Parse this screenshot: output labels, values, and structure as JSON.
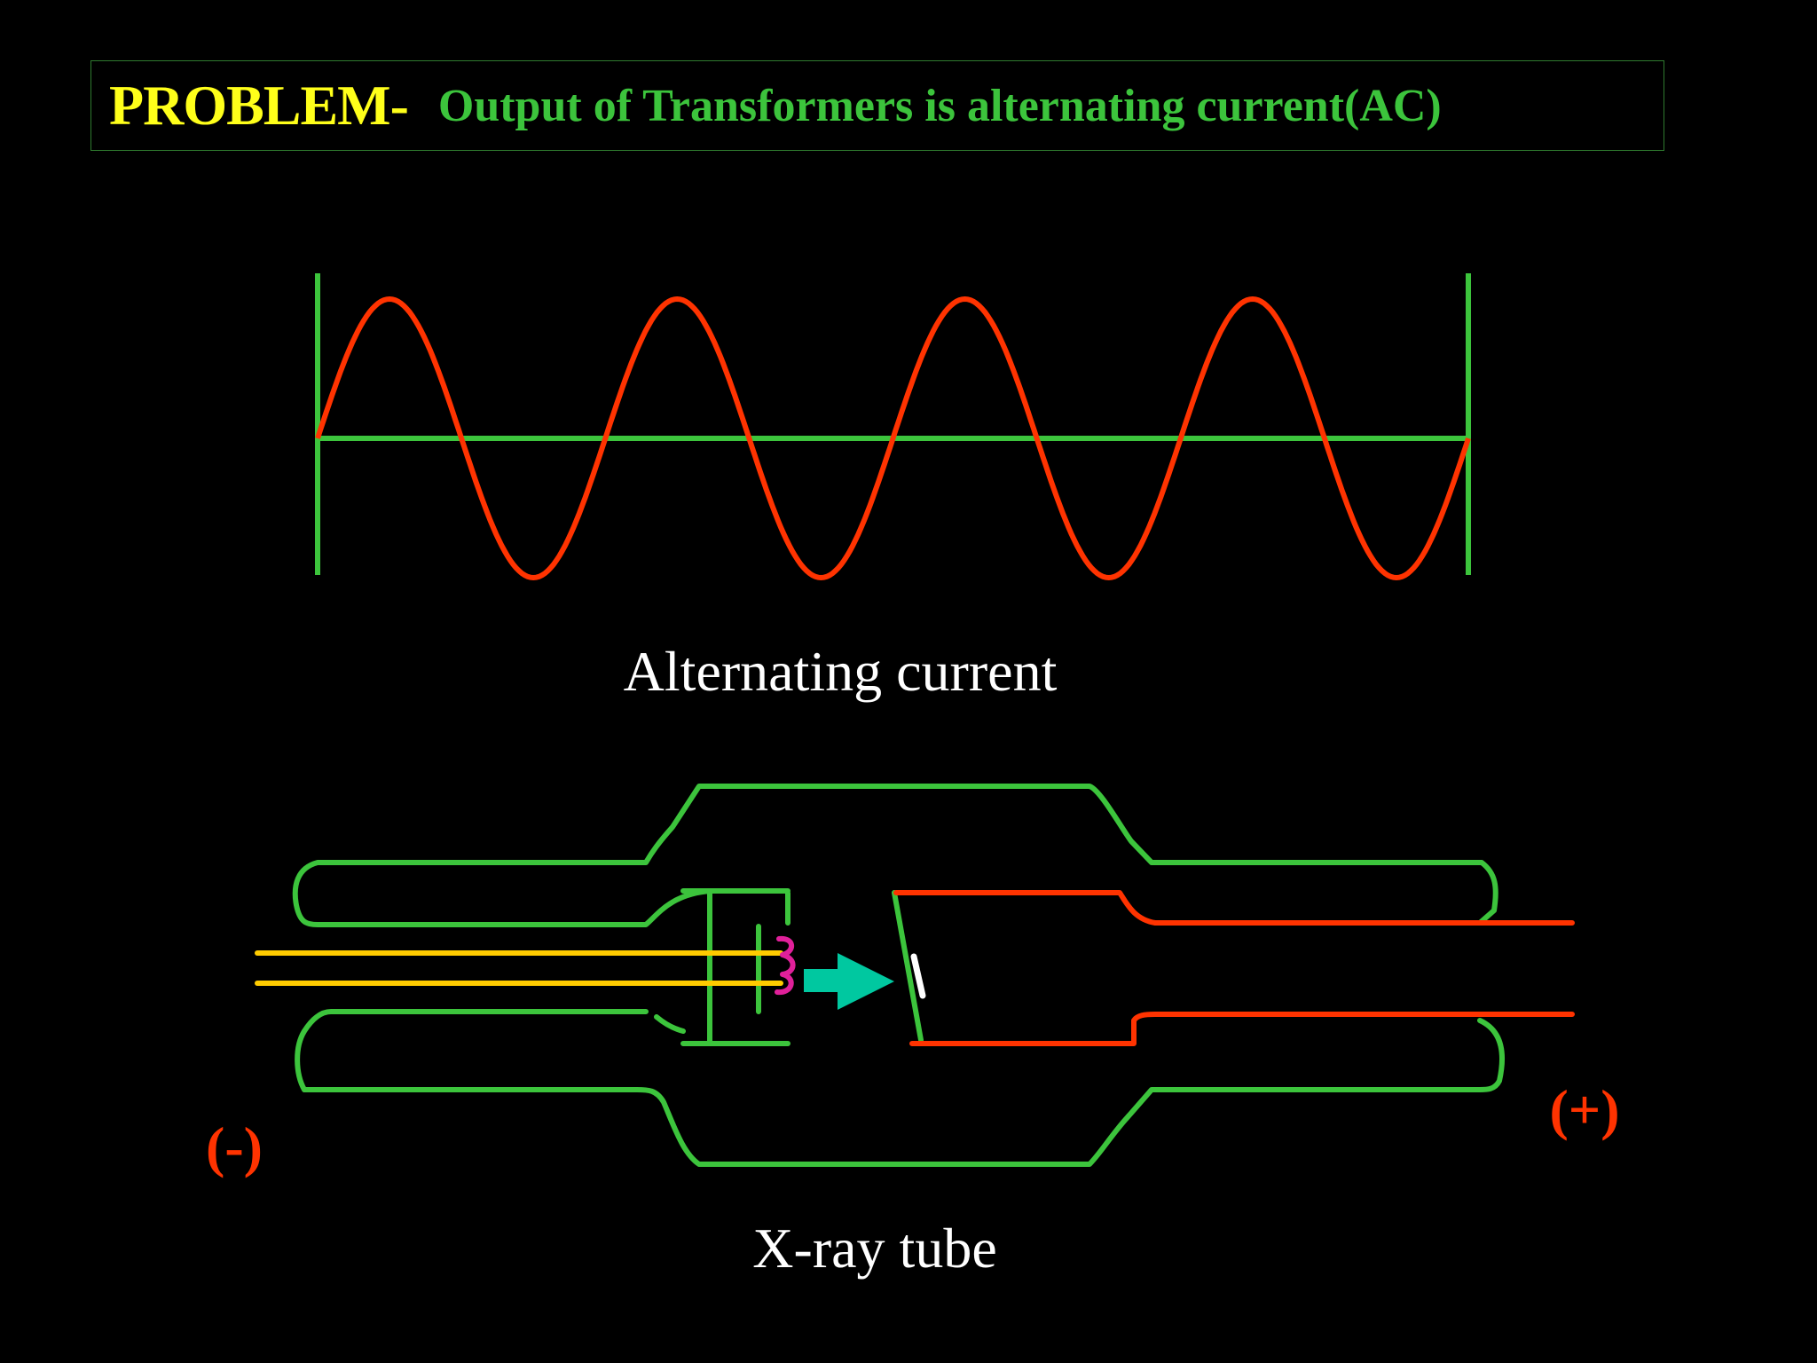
{
  "title": {
    "main": "PROBLEM-",
    "sub": "Output of Transformers is alternating current(AC)"
  },
  "captions": {
    "wave": "Alternating current",
    "tube": "X-ray tube"
  },
  "polarity": {
    "negative": "(-)",
    "positive": "(+)"
  },
  "colors": {
    "background": "#000000",
    "title_main": "#ffff1a",
    "title_sub": "#3cc43c",
    "axis": "#3cc43c",
    "wave": "#ff3300",
    "tube_glass": "#3cc43c",
    "anode": "#ff3300",
    "filament_leads": "#ffcc00",
    "filament": "#e0209a",
    "electron_arrow": "#00c8a0",
    "target": "#ffffff",
    "caption": "#ffffff"
  },
  "wave": {
    "cycles": 4
  }
}
